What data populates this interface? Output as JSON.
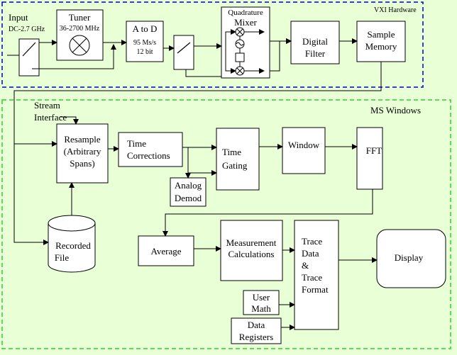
{
  "regions": {
    "vxi": "VXI Hardware",
    "ms": "MS Windows"
  },
  "blocks": {
    "input": [
      "Input",
      "DC-2.7 GHz"
    ],
    "tuner": [
      "Tuner",
      "36-2700 MHz"
    ],
    "atod": [
      "A to D",
      "95 Ms/s",
      "12 bit"
    ],
    "quad": [
      "Quadrature",
      "Mixer"
    ],
    "digital_filter": [
      "Digital",
      "Filter"
    ],
    "sample_memory": [
      "Sample",
      "Memory"
    ],
    "stream_interface": [
      "Stream",
      "Interface"
    ],
    "resample": [
      "Resample",
      "(Arbitrary",
      "Spans)"
    ],
    "time_corrections": [
      "Time",
      "Corrections"
    ],
    "time_gating": [
      "Time",
      "Gating"
    ],
    "window": [
      "Window"
    ],
    "fft": [
      "FFT"
    ],
    "analog_demod": [
      "Analog",
      "Demod"
    ],
    "recorded_file": [
      "Recorded",
      "File"
    ],
    "average": [
      "Average"
    ],
    "measurement": [
      "Measurement",
      "Calculations"
    ],
    "trace": [
      "Trace",
      "Data",
      "&",
      "Trace",
      "Format"
    ],
    "display": [
      "Display"
    ],
    "user_math": [
      "User",
      "Math"
    ],
    "data_registers": [
      "Data",
      "Registers"
    ]
  }
}
